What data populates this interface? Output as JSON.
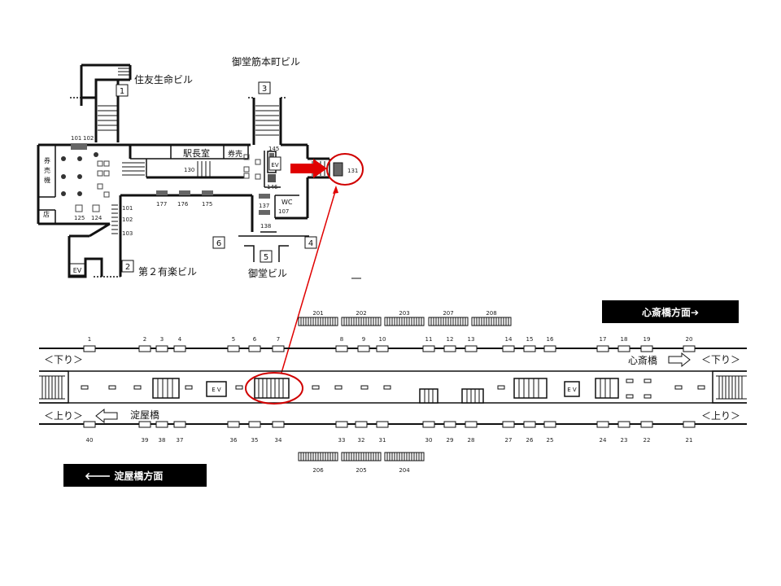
{
  "upper_map": {
    "buildings": {
      "sumitomo": "住友生命ビル",
      "midosuji_honmachi": "御堂筋本町ビル",
      "dai2_yuraku": "第２有楽ビル",
      "mido": "御堂ビル"
    },
    "rooms": {
      "station_master": "駅長室",
      "ticket_right": "券売",
      "ticket_machine": "券売機",
      "shop": "店",
      "wc": "WC",
      "ev_left": "EV",
      "ev_mid": "EV"
    },
    "exits": [
      "1",
      "2",
      "3",
      "4",
      "5",
      "6"
    ],
    "codes": {
      "c101a": "101",
      "c102a": "102",
      "c125": "125",
      "c124": "124",
      "c130": "130",
      "c177": "177",
      "c176": "176",
      "c175": "175",
      "c101b": "101",
      "c102b": "102",
      "c103": "103",
      "c145": "145",
      "c146": "146",
      "c137": "137",
      "c107": "107",
      "c138": "138",
      "c131": "131"
    }
  },
  "platform": {
    "dir_top": "心斎橋方面➔",
    "dir_bottom": "🡐 淀屋橋方面",
    "down": "＜下り＞",
    "up": "＜上り＞",
    "shinsaibashi": "心斎橋",
    "yodoyabashi": "淀屋橋",
    "ev_a": "E V",
    "ev_b": "E V",
    "top_numbers": [
      "1",
      "2",
      "3",
      "4",
      "5",
      "6",
      "7",
      "8",
      "9",
      "10",
      "11",
      "12",
      "13",
      "14",
      "15",
      "16",
      "17",
      "18",
      "19",
      "20"
    ],
    "bottom_numbers": [
      "40",
      "39",
      "38",
      "37",
      "36",
      "35",
      "34",
      "33",
      "32",
      "31",
      "30",
      "29",
      "28",
      "27",
      "26",
      "25",
      "24",
      "23",
      "22",
      "21"
    ],
    "benches_top": [
      "201",
      "202",
      "203",
      "207",
      "208"
    ],
    "benches_bottom": [
      "206",
      "205",
      "204"
    ]
  }
}
